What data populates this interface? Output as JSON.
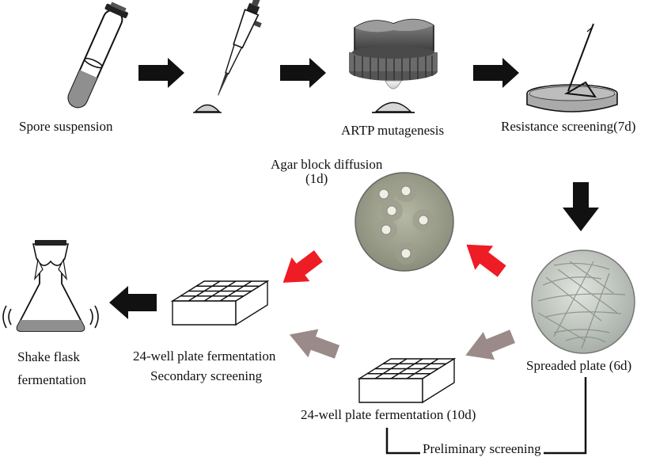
{
  "labels": {
    "spore": "Spore  suspension",
    "artp": "ARTP mutagenesis",
    "resistance": "Resistance screening(7d)",
    "agar_line1": "Agar block diffusion",
    "agar_line2": "(1d)",
    "spreaded": "Spreaded plate (6d)",
    "well_bottom": "24-well plate fermentation (10d)",
    "preliminary": "Preliminary screening",
    "well_left": "24-well plate fermentation",
    "secondary": "Secondary screening",
    "shake1": "Shake flask",
    "shake2": "fermentation"
  },
  "colors": {
    "arrow_black": "#111111",
    "arrow_red": "#ee1c25",
    "arrow_gray": "#9a8b88",
    "agar_plate": "#a7aa97",
    "spread_plate": "#c9cec7",
    "liquid": "#8f8f8f"
  }
}
